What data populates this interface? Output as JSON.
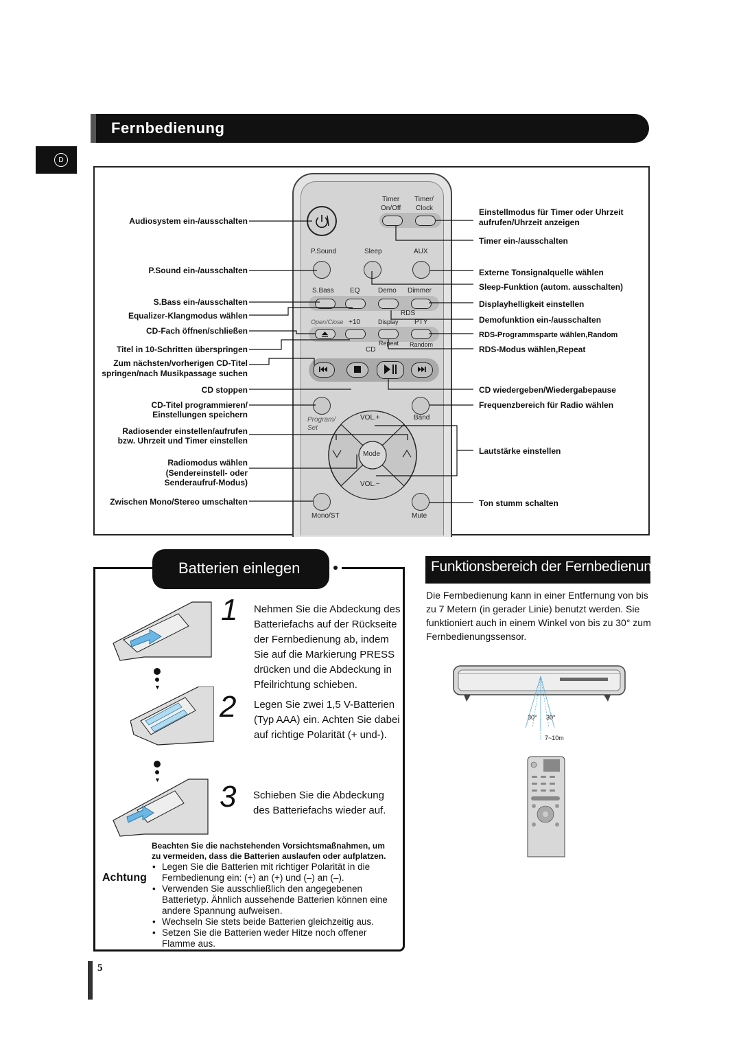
{
  "header": {
    "title": "Fernbedienung",
    "lang_badge": "D"
  },
  "remote": {
    "keys": {
      "timer_onoff": "Timer\nOn/Off",
      "timer": "Timer",
      "onoff": "On/Off",
      "timer_clock1": "Timer/",
      "timer_clock2": "Clock",
      "psound": "P.Sound",
      "sleep": "Sleep",
      "aux": "AUX",
      "sbass": "S.Bass",
      "eq": "EQ",
      "demo": "Demo",
      "dimmer": "Dimmer",
      "rds": "RDS",
      "openclose": "Open/Close",
      "plus10": "+10",
      "display": "Display",
      "pty": "PTY",
      "repeat": "Repeat",
      "random": "Random",
      "cd": "CD",
      "program_set": "Program/\nSet",
      "program": "Program/",
      "set": "Set",
      "vol_up": "VOL.+",
      "band": "Band",
      "mode": "Mode",
      "vol_down": "VOL.−",
      "monost": "Mono/ST",
      "mute": "Mute"
    },
    "left_labels": [
      "Audiosystem ein-/ausschalten",
      "P.Sound ein-/ausschalten",
      "S.Bass ein-/ausschalten",
      "Equalizer-Klangmodus wählen",
      "CD-Fach öffnen/schließen",
      "Titel in 10-Schritten überspringen",
      "Zum nächsten/vorherigen CD-Titel",
      "springen/nach Musikpassage suchen",
      "CD stoppen",
      "CD-Titel programmieren/",
      "Einstellungen speichern",
      "Radiosender einstellen/aufrufen",
      "bzw. Uhrzeit und Timer einstellen",
      "Radiomodus wählen",
      "(Sendereinstell- oder",
      "Senderaufruf-Modus)",
      "Zwischen Mono/Stereo umschalten"
    ],
    "right_labels": [
      "Einstellmodus für Timer oder Uhrzeit",
      "aufrufen/Uhrzeit anzeigen",
      "Timer ein-/ausschalten",
      "Externe Tonsignalquelle wählen",
      "Sleep-Funktion (autom. ausschalten)",
      "Displayhelligkeit einstellen",
      "Demofunktion ein-/ausschalten",
      "RDS-Programmsparte wählen,Random",
      "RDS-Modus wählen,Repeat",
      "CD wiedergeben/Wiedergabepause",
      "Frequenzbereich für Radio wählen",
      "Lautstärke einstellen",
      "Ton stumm schalten"
    ]
  },
  "battery": {
    "title": "Batterien einlegen",
    "steps": [
      {
        "num": "1",
        "lines": [
          "Nehmen Sie die Abdeckung des",
          "Batteriefachs auf der Rückseite",
          "der Fernbedienung ab, indem",
          "Sie auf die Markierung PRESS",
          "drücken und die Abdeckung in",
          "Pfeilrichtung schieben."
        ]
      },
      {
        "num": "2",
        "lines": [
          "Legen Sie zwei 1,5 V-Batterien",
          "(Typ AAA) ein. Achten Sie dabei",
          "auf richtige Polarität (+ und-)."
        ]
      },
      {
        "num": "3",
        "lines": [
          "Schieben Sie die Abdeckung",
          "des Batteriefachs wieder auf."
        ]
      }
    ],
    "caution_label": "Achtung",
    "caution_intro": [
      "Beachten Sie die nachstehenden Vorsichtsmaßnahmen, um",
      "zu vermeiden, dass die Batterien auslaufen oder aufplatzen."
    ],
    "caution_items": [
      [
        "Legen Sie die Batterien mit richtiger Polarität in die",
        "Fernbedienung ein: (+) an (+) und (–) an (–)."
      ],
      [
        "Verwenden Sie ausschließlich den angegebenen",
        "Batterietyp. Ähnlich aussehende Batterien können eine",
        "andere Spannung aufweisen."
      ],
      [
        "Wechseln Sie stets beide Batterien gleichzeitig aus."
      ],
      [
        "Setzen Sie die Batterien weder Hitze noch offener",
        "Flamme aus."
      ]
    ]
  },
  "range": {
    "title": "Funktionsbereich der Fernbedienung",
    "text": "Die Fernbedienung kann in einer Entfernung von bis zu 7 Metern (in gerader Linie) benutzt werden. Sie funktioniert auch in einem Winkel von bis zu 30° zum Fernbedienungssensor.",
    "angle_left": "30°",
    "angle_right": "30°",
    "distance": "7~10m"
  },
  "page_number": "5"
}
